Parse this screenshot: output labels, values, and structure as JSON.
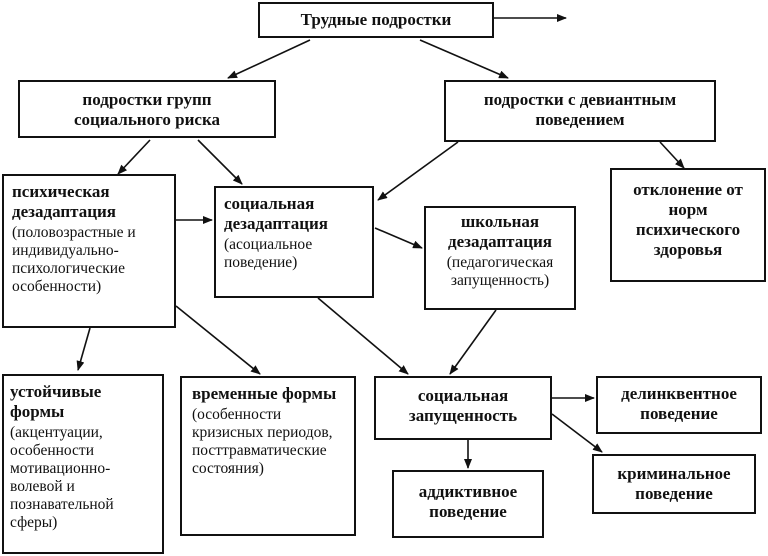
{
  "nodes": {
    "root": {
      "title": "Трудные подростки"
    },
    "risk": {
      "title": "подростки групп социального риска"
    },
    "deviant": {
      "title": "подростки с девиантным поведением"
    },
    "psych": {
      "title": "психическая дезадаптация",
      "note": "(половозрастные и индивидуально-психологические особенности)"
    },
    "social": {
      "title": "социальная дезадаптация",
      "note": "(асоциальное поведение)"
    },
    "school": {
      "title": "школьная дезадаптация",
      "note": "(педагогическая запущенность)"
    },
    "health": {
      "title": "отклонение от норм психического здоровья"
    },
    "stable": {
      "title": "устойчивые формы",
      "note": "(акцентуации, особенности мотивационно-волевой и познавательной сферы)"
    },
    "temp": {
      "title": "временные формы",
      "note": "(особенности кризисных периодов, посттравматические состояния)"
    },
    "neglect": {
      "title": "социальная запущенность"
    },
    "delinq": {
      "title": "делинквентное поведение"
    },
    "crim": {
      "title": "криминальное поведение"
    },
    "addict": {
      "title": "аддиктивное поведение"
    }
  }
}
